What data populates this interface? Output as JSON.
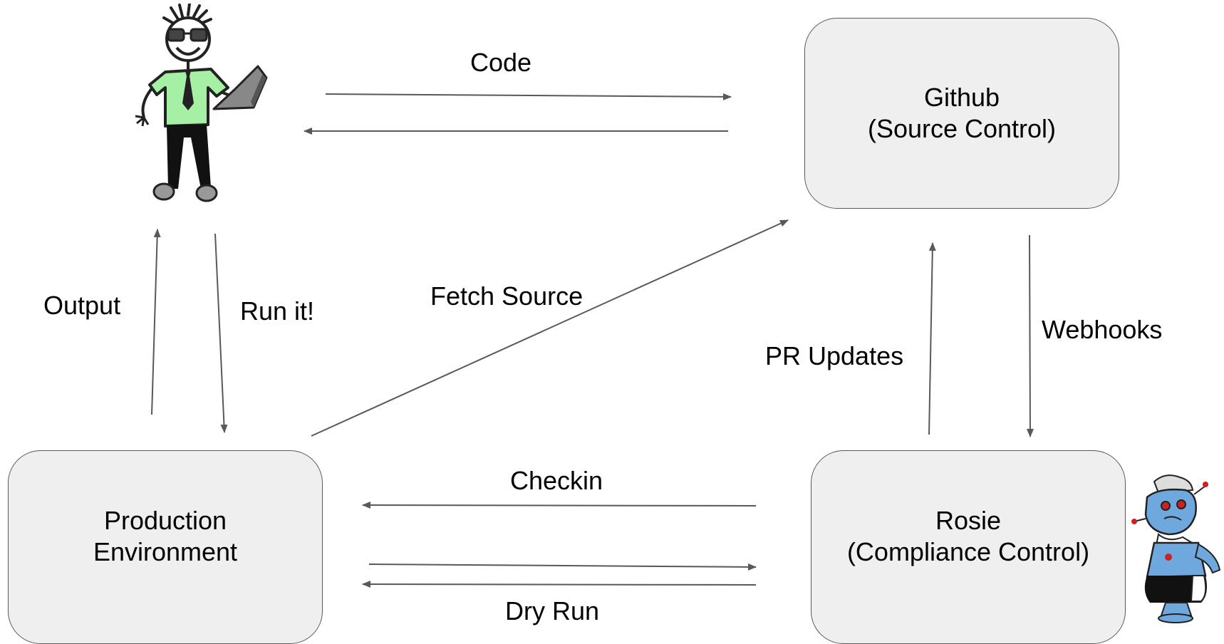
{
  "nodes": {
    "github": {
      "lines": [
        "Github",
        "(Source Control)"
      ]
    },
    "production": {
      "lines": [
        "Production",
        "Environment"
      ]
    },
    "rosie": {
      "lines": [
        "Rosie",
        "(Compliance Control)"
      ]
    }
  },
  "edges": {
    "code": "Code",
    "output": "Output",
    "run_it": "Run it!",
    "fetch_source": "Fetch Source",
    "pr_updates": "PR Updates",
    "webhooks": "Webhooks",
    "checkin": "Checkin",
    "dry_run": "Dry Run"
  },
  "colors": {
    "box_fill": "#efefef",
    "box_border": "#595959",
    "arrow": "#595959",
    "shirt": "#a6f0a6",
    "robot": "#6fa8dc"
  }
}
